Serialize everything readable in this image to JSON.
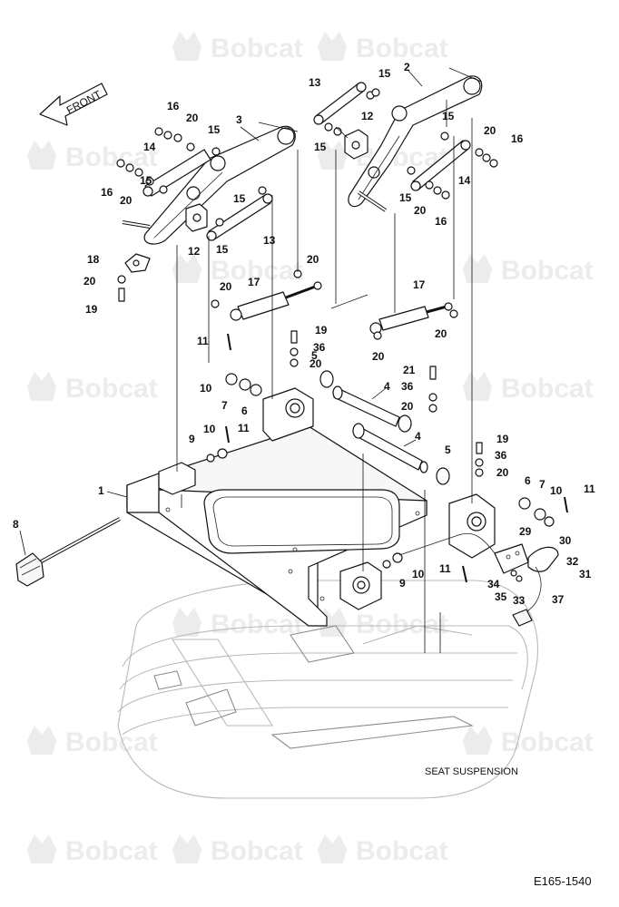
{
  "watermark": {
    "brand": "Bobcat"
  },
  "front_arrow": {
    "label": "FRONT"
  },
  "caption": "SEAT SUSPENSION",
  "doc_id": "E165-1540",
  "callouts": [
    {
      "id": "c1",
      "label": "1"
    },
    {
      "id": "c2",
      "label": "2"
    },
    {
      "id": "c3",
      "label": "3"
    },
    {
      "id": "c4a",
      "label": "4"
    },
    {
      "id": "c4b",
      "label": "4"
    },
    {
      "id": "c5a",
      "label": "5"
    },
    {
      "id": "c5b",
      "label": "5"
    },
    {
      "id": "c6a",
      "label": "6"
    },
    {
      "id": "c6b",
      "label": "6"
    },
    {
      "id": "c7a",
      "label": "7"
    },
    {
      "id": "c7b",
      "label": "7"
    },
    {
      "id": "c8",
      "label": "8"
    },
    {
      "id": "c9a",
      "label": "9"
    },
    {
      "id": "c9b",
      "label": "9"
    },
    {
      "id": "c10a",
      "label": "10"
    },
    {
      "id": "c10b",
      "label": "10"
    },
    {
      "id": "c10c",
      "label": "10"
    },
    {
      "id": "c10d",
      "label": "10"
    },
    {
      "id": "c11a",
      "label": "11"
    },
    {
      "id": "c11b",
      "label": "11"
    },
    {
      "id": "c11c",
      "label": "11"
    },
    {
      "id": "c11d",
      "label": "11"
    },
    {
      "id": "c12a",
      "label": "12"
    },
    {
      "id": "c12b",
      "label": "12"
    },
    {
      "id": "c13a",
      "label": "13"
    },
    {
      "id": "c13b",
      "label": "13"
    },
    {
      "id": "c14a",
      "label": "14"
    },
    {
      "id": "c14b",
      "label": "14"
    },
    {
      "id": "c15a",
      "label": "15"
    },
    {
      "id": "c15b",
      "label": "15"
    },
    {
      "id": "c15c",
      "label": "15"
    },
    {
      "id": "c15d",
      "label": "15"
    },
    {
      "id": "c15e",
      "label": "15"
    },
    {
      "id": "c15f",
      "label": "15"
    },
    {
      "id": "c15g",
      "label": "15"
    },
    {
      "id": "c15h",
      "label": "15"
    },
    {
      "id": "c16a",
      "label": "16"
    },
    {
      "id": "c16b",
      "label": "16"
    },
    {
      "id": "c16c",
      "label": "16"
    },
    {
      "id": "c16d",
      "label": "16"
    },
    {
      "id": "c17a",
      "label": "17"
    },
    {
      "id": "c17b",
      "label": "17"
    },
    {
      "id": "c18",
      "label": "18"
    },
    {
      "id": "c19a",
      "label": "19"
    },
    {
      "id": "c19b",
      "label": "19"
    },
    {
      "id": "c19c",
      "label": "19"
    },
    {
      "id": "c20a",
      "label": "20"
    },
    {
      "id": "c20b",
      "label": "20"
    },
    {
      "id": "c20c",
      "label": "20"
    },
    {
      "id": "c20d",
      "label": "20"
    },
    {
      "id": "c20e",
      "label": "20"
    },
    {
      "id": "c20f",
      "label": "20"
    },
    {
      "id": "c20g",
      "label": "20"
    },
    {
      "id": "c20h",
      "label": "20"
    },
    {
      "id": "c20i",
      "label": "20"
    },
    {
      "id": "c20j",
      "label": "20"
    },
    {
      "id": "c20k",
      "label": "20"
    },
    {
      "id": "c20l",
      "label": "20"
    },
    {
      "id": "c21",
      "label": "21"
    },
    {
      "id": "c29",
      "label": "29"
    },
    {
      "id": "c30",
      "label": "30"
    },
    {
      "id": "c31",
      "label": "31"
    },
    {
      "id": "c32",
      "label": "32"
    },
    {
      "id": "c33",
      "label": "33"
    },
    {
      "id": "c34",
      "label": "34"
    },
    {
      "id": "c35",
      "label": "35"
    },
    {
      "id": "c36a",
      "label": "36"
    },
    {
      "id": "c36b",
      "label": "36"
    },
    {
      "id": "c36c",
      "label": "36"
    },
    {
      "id": "c37",
      "label": "37"
    }
  ]
}
